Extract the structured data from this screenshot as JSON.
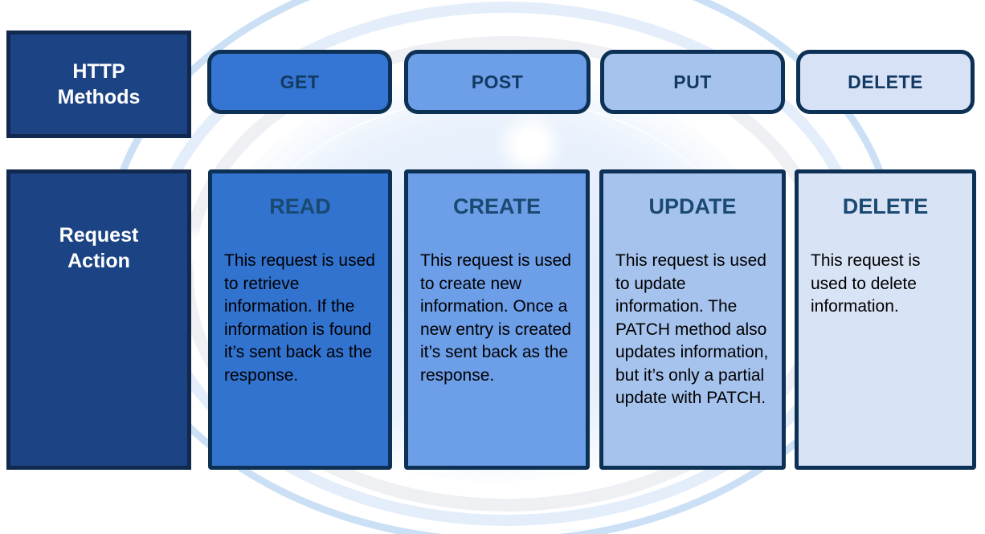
{
  "left_labels": {
    "methods": "HTTP\nMethods",
    "actions": "Request\nAction"
  },
  "methods": [
    {
      "label": "GET",
      "fill": "#3575D3"
    },
    {
      "label": "POST",
      "fill": "#6D9EE8"
    },
    {
      "label": "PUT",
      "fill": "#A6C3EE"
    },
    {
      "label": "DELETE",
      "fill": "#D8E2F6"
    }
  ],
  "actions": [
    {
      "title": "READ",
      "fill": "#3273D0",
      "description": "This request is used to retrieve information. If the information is found it’s sent back as the response."
    },
    {
      "title": "CREATE",
      "fill": "#6D9EE8",
      "description": "This request is used to create new information. Once a new entry is created it’s sent back as the response."
    },
    {
      "title": "UPDATE",
      "fill": "#A6C3EE",
      "description": "This request is used to update information. The PATCH method also updates information, but it’s only a partial update with PATCH."
    },
    {
      "title": "DELETE",
      "fill": "#D9E3F6",
      "description": "This request is used to delete information."
    }
  ],
  "colors": {
    "label_box_fill": "#1C4484",
    "label_box_border": "#11294E",
    "pill_border": "#0D3055",
    "header_text": "#1A4971",
    "button_text": "#123A63",
    "body_text": "#000000"
  }
}
